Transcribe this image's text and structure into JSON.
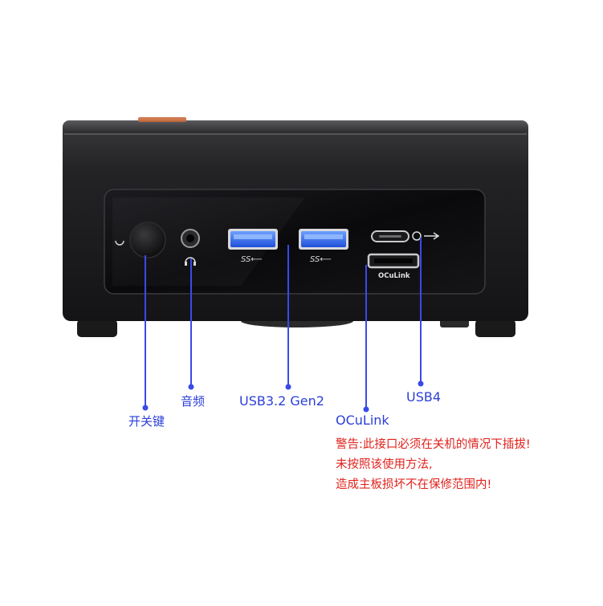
{
  "device": {
    "body_color": "#1d1d1f",
    "panel_color": "#0c0c0e",
    "accent_lid": "#c86a3a"
  },
  "ports": {
    "usb3_mark_left": "SS⟵",
    "usb3_mark_right": "SS⟵",
    "oculink_mark": "OCuLink"
  },
  "labels": {
    "power": "开关键",
    "audio": "音频",
    "usb32": "USB3.2 Gen2",
    "oculink": "OCuLink",
    "usb4": "USB4",
    "label_color": "#2b3fd6",
    "line_color": "#3a4ae8"
  },
  "warning": {
    "color": "#e0221c",
    "lines": [
      "警告:此接口必须在关机的情况下插拔!",
      "未按照该使用方法,",
      "造成主板损坏不在保修范围内!"
    ]
  }
}
